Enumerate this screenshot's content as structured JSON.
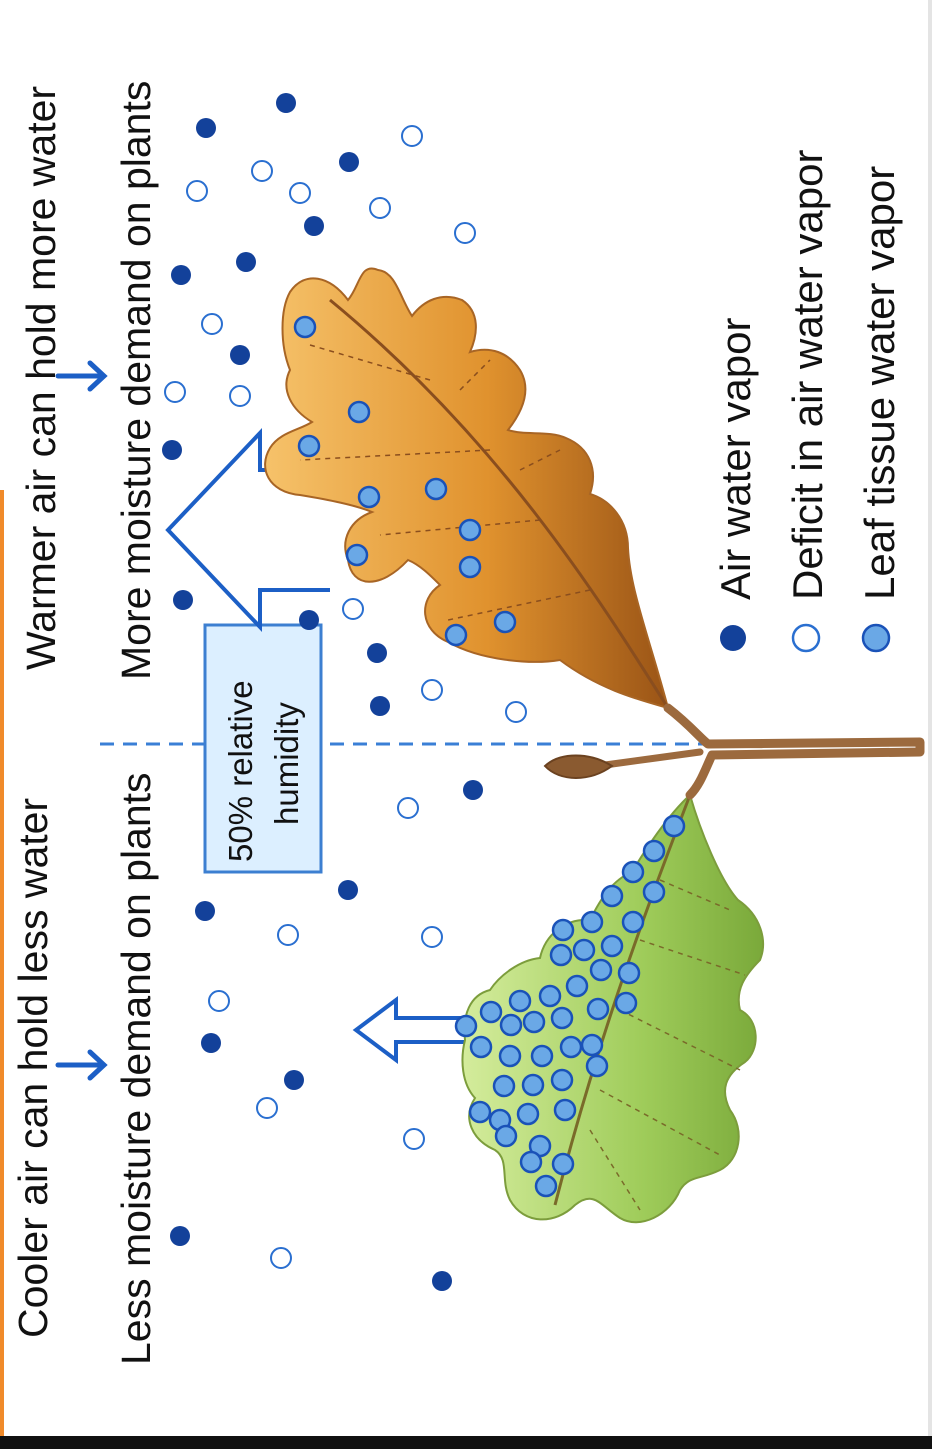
{
  "labels": {
    "warm_capacity": "Warmer air can hold more water",
    "warm_demand": "More moisture demand on plants",
    "cool_capacity": "Cooler air can hold less water",
    "cool_demand": "Less moisture demand on plants",
    "humidity_line": [
      "50% relative",
      "humidity"
    ]
  },
  "legend": [
    {
      "key": "air",
      "label": "Air water vapor",
      "icon": "filled-dot-icon"
    },
    {
      "key": "deficit",
      "label": "Deficit in air water vapor",
      "icon": "hollow-dot-icon"
    },
    {
      "key": "leaf",
      "label": "Leaf tissue water vapor",
      "icon": "leaf-dot-icon"
    }
  ],
  "colors": {
    "air": "#13419a",
    "deficit_stroke": "#2a6fd0",
    "leaf_fill": "#6aa8e6",
    "leaf_stroke": "#1a52b8",
    "arrow": "#1c5fc6",
    "orange_leaf": "#e0922e",
    "green_leaf": "#9fcc5a",
    "stem": "#9c6a3e",
    "box_fill": "#dcefff",
    "box_stroke": "#3c7fd1",
    "line": "#3a7fd6"
  }
}
